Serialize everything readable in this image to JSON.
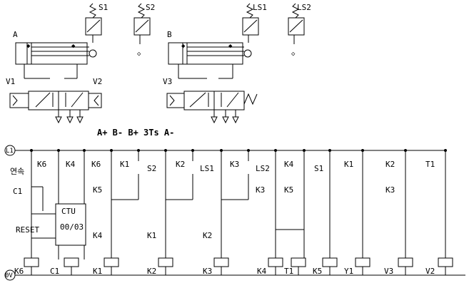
{
  "title": "",
  "pneumatic": {
    "cyl_a_label": "A",
    "cyl_b_label": "B",
    "valve1_left": "V1",
    "valve1_right": "V2",
    "valve2_left": "V3",
    "switches_a": [
      "S1",
      "S2"
    ],
    "switches_b": [
      "LS1",
      "LS2"
    ],
    "sequence": "A+  B-  B+ 3Ts A-"
  },
  "rails": {
    "top": "L1",
    "bottom": "0V"
  },
  "counter": {
    "name": "CTU",
    "value": "00/03"
  },
  "contacts": {
    "r1": [
      "K6",
      "K4",
      "K6",
      "K1",
      "S2",
      "K2",
      "LS1",
      "K3",
      "LS2",
      "K4",
      "S1",
      "K1",
      "K2",
      "T1"
    ],
    "r2": [
      "K5",
      "K3",
      "K5",
      "K3"
    ],
    "r3": [
      "K4"
    ],
    "r4": [
      "K1",
      "K2"
    ],
    "left_start": "연속",
    "left_c1": "C1",
    "left_reset": "RESET"
  },
  "coils": [
    "K6",
    "C1",
    "K1",
    "K2",
    "K3",
    "K4",
    "T1",
    "K5",
    "Y1",
    "V3",
    "V2"
  ]
}
